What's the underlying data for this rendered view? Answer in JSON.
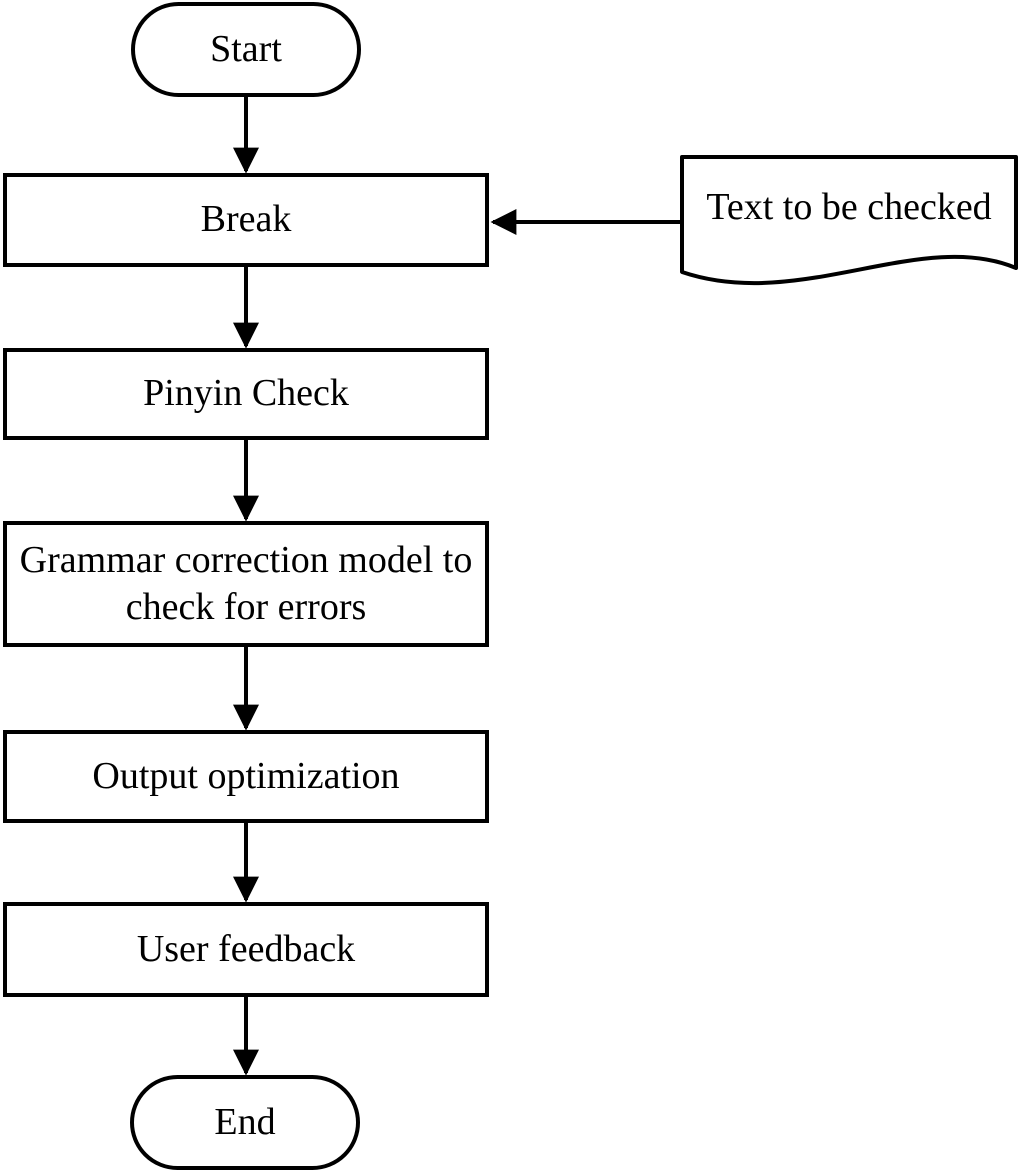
{
  "diagram": {
    "type": "flowchart",
    "colors": {
      "stroke": "#000000",
      "fill": "#ffffff",
      "background": "#ffffff"
    },
    "nodes": [
      {
        "id": "start",
        "shape": "terminator",
        "label": "Start"
      },
      {
        "id": "break",
        "shape": "process",
        "label": "Break"
      },
      {
        "id": "text-input",
        "shape": "document",
        "label": "Text to be checked"
      },
      {
        "id": "pinyin",
        "shape": "process",
        "label": "Pinyin Check"
      },
      {
        "id": "grammar",
        "shape": "process",
        "label": "Grammar correction model to check for errors"
      },
      {
        "id": "output",
        "shape": "process",
        "label": "Output optimization"
      },
      {
        "id": "feedback",
        "shape": "process",
        "label": "User feedback"
      },
      {
        "id": "end",
        "shape": "terminator",
        "label": "End"
      }
    ],
    "edges": [
      {
        "from": "start",
        "to": "break",
        "direction": "down"
      },
      {
        "from": "text-input",
        "to": "break",
        "direction": "left"
      },
      {
        "from": "break",
        "to": "pinyin",
        "direction": "down"
      },
      {
        "from": "pinyin",
        "to": "grammar",
        "direction": "down"
      },
      {
        "from": "grammar",
        "to": "output",
        "direction": "down"
      },
      {
        "from": "output",
        "to": "feedback",
        "direction": "down"
      },
      {
        "from": "feedback",
        "to": "end",
        "direction": "down"
      }
    ]
  }
}
